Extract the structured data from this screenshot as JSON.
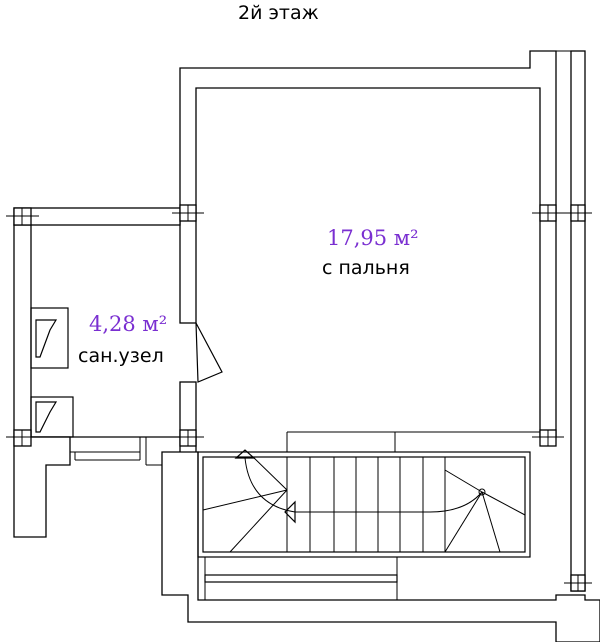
{
  "title": "2й этаж",
  "colors": {
    "area_label": "#7a2fd1",
    "lines": "#000000"
  },
  "rooms": [
    {
      "id": "bedroom",
      "area": "17,95 м²",
      "name": "с пальня"
    },
    {
      "id": "bathroom",
      "area": "4,28 м²",
      "name": "сан.узел"
    }
  ]
}
